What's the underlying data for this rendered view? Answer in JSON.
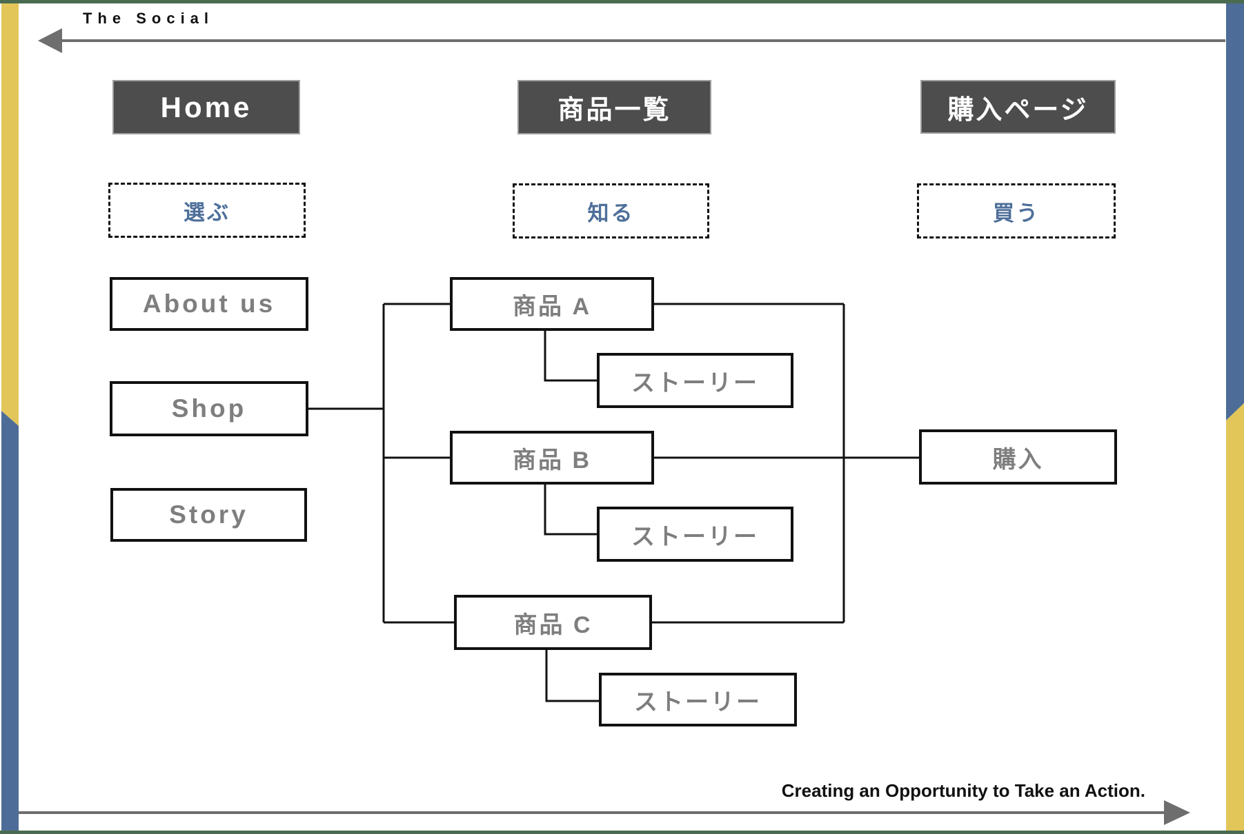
{
  "brand": "The Social",
  "tagline": "Creating an Opportunity to Take an Action.",
  "colors": {
    "green": "#4a6b4f",
    "yellow": "#e2c65a",
    "blue": "#4d6d98",
    "dark-box": "#4d4d4d",
    "dark-box-border": "#9e9e9e",
    "box-border": "#111111",
    "gray-text": "#7e7e7e",
    "blue-text": "#4e6f9a",
    "arrow-gray": "#6e6e6e"
  },
  "columns": [
    {
      "page_label": "Home",
      "action_label": "選ぶ"
    },
    {
      "page_label": "商品一覧",
      "action_label": "知る"
    },
    {
      "page_label": "購入ページ",
      "action_label": "買う"
    }
  ],
  "home_children": [
    {
      "label": "About us"
    },
    {
      "label": "Shop"
    },
    {
      "label": "Story"
    }
  ],
  "products": [
    {
      "name": "商品 A",
      "story_label": "ストーリー"
    },
    {
      "name": "商品 B",
      "story_label": "ストーリー"
    },
    {
      "name": "商品 C",
      "story_label": "ストーリー"
    }
  ],
  "purchase_label": "購入"
}
